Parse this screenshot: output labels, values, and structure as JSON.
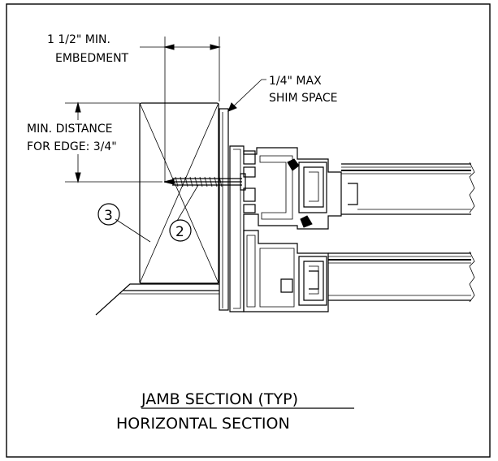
{
  "annotations": {
    "embedment_line1": "1 1/2\" MIN.",
    "embedment_line2": "EMBEDMENT",
    "shim_line1": "1/4\" MAX",
    "shim_line2": "SHIM SPACE",
    "edge_line1": "MIN. DISTANCE",
    "edge_line2": "FOR EDGE: 3/4\""
  },
  "callouts": {
    "fastener": "2",
    "wood_buck": "3"
  },
  "titles": {
    "main": "JAMB SECTION (TYP)",
    "sub": "HORIZONTAL SECTION"
  }
}
